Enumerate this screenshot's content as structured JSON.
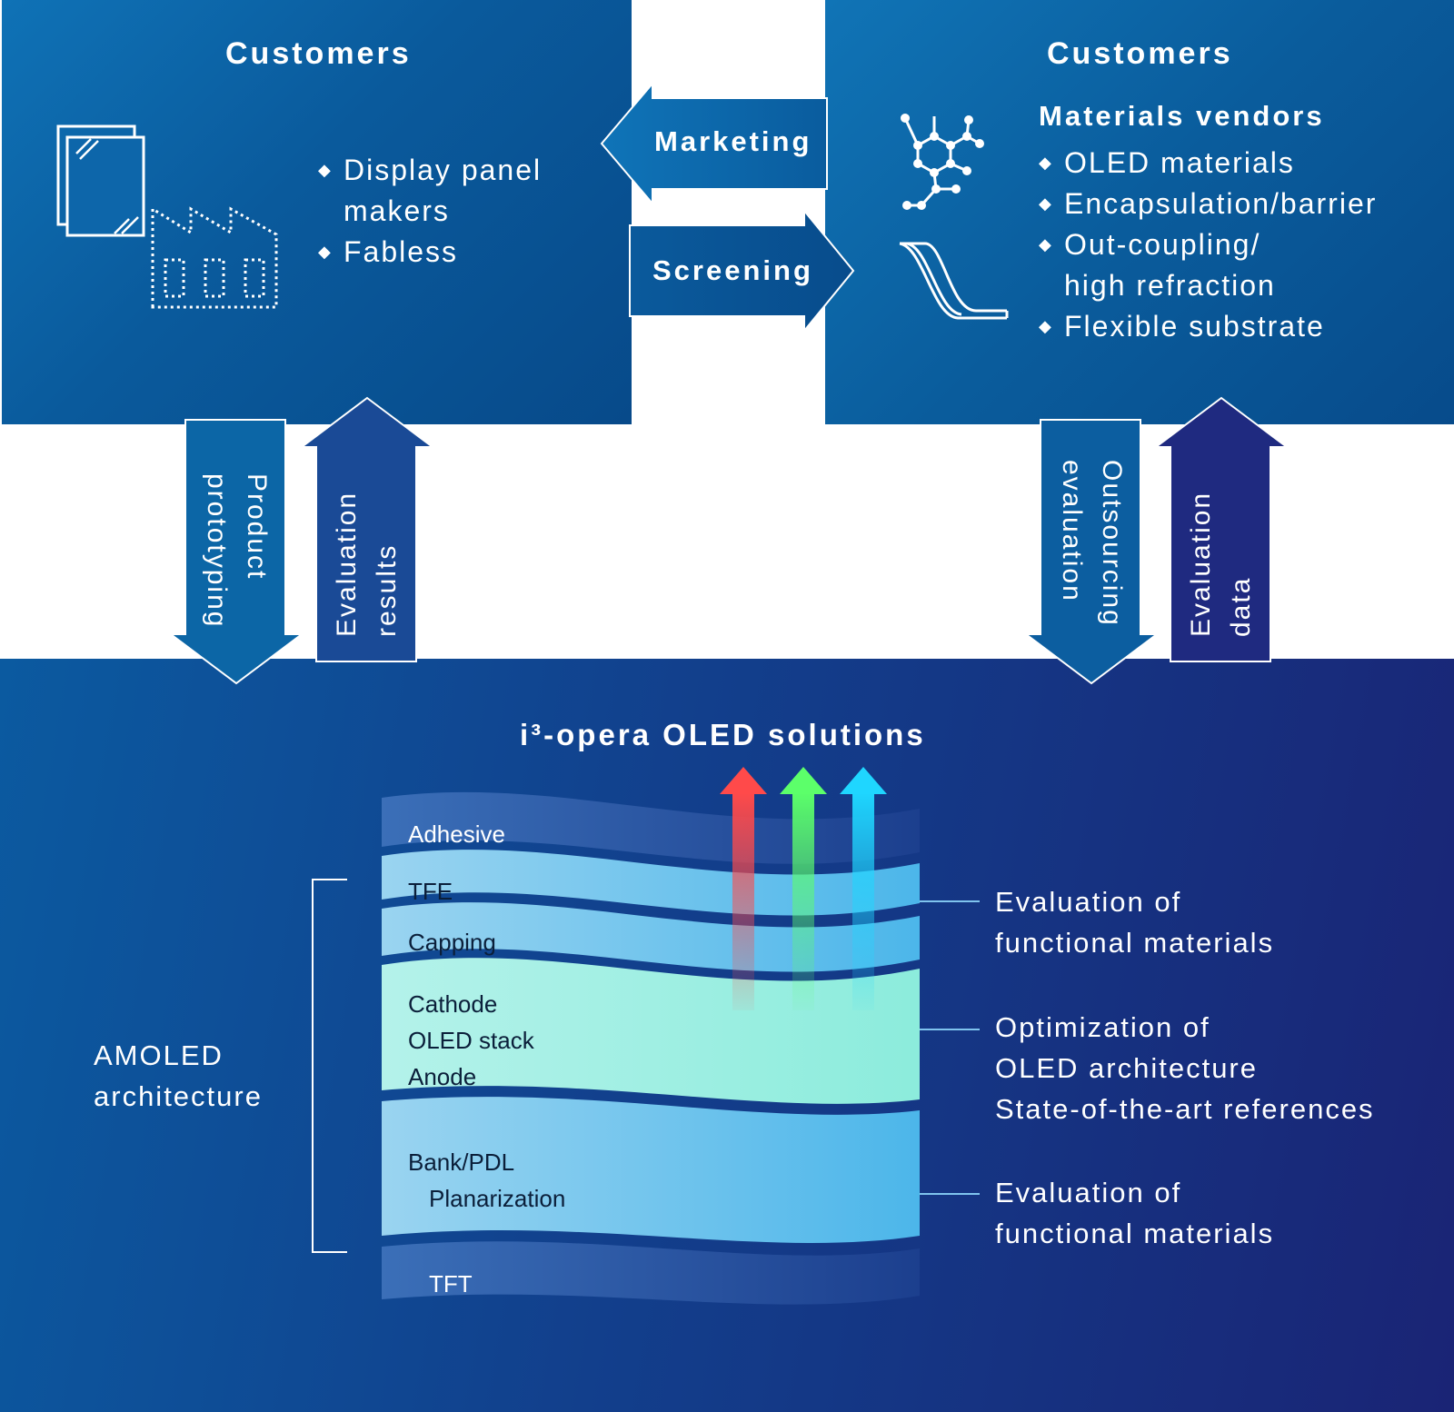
{
  "left_box": {
    "title": "Customers",
    "items": [
      {
        "lines": [
          "Display panel",
          "makers"
        ]
      },
      {
        "lines": [
          "Fabless"
        ]
      }
    ],
    "icons": [
      "display-panels-icon",
      "factory-icon"
    ]
  },
  "right_box": {
    "title": "Customers",
    "subtitle": "Materials vendors",
    "items": [
      {
        "lines": [
          "OLED materials"
        ]
      },
      {
        "lines": [
          "Encapsulation/barrier"
        ]
      },
      {
        "lines": [
          "Out-coupling/",
          "high refraction"
        ]
      },
      {
        "lines": [
          "Flexible substrate"
        ]
      }
    ],
    "icons": [
      "molecule-icon",
      "flexible-substrate-icon"
    ]
  },
  "horizontal_arrows": {
    "marketing": "Marketing",
    "screening": "Screening"
  },
  "vertical_arrows": {
    "product_prototyping": [
      "Product",
      "prototyping"
    ],
    "evaluation_results": [
      "Evaluation",
      "results"
    ],
    "outsourcing_evaluation": [
      "Outsourcing",
      "evaluation"
    ],
    "evaluation_data": [
      "Evaluation",
      "data"
    ]
  },
  "bottom_box": {
    "title": "i³-opera OLED solutions",
    "amoled_label": [
      "AMOLED",
      "architecture"
    ],
    "layers": {
      "adhesive": "Adhesive",
      "tfe": "TFE",
      "capping": "Capping",
      "cathode": "Cathode",
      "oled_stack": "OLED stack",
      "anode": "Anode",
      "bank_pdl": "Bank/PDL",
      "planarization": "Planarization",
      "tft": "TFT"
    },
    "annotations": {
      "top": [
        "Evaluation of",
        "functional materials"
      ],
      "middle": [
        "Optimization of",
        "OLED architecture",
        "State-of-the-art references"
      ],
      "bottom": [
        "Evaluation of",
        "functional materials"
      ]
    },
    "light_arrow_colors": [
      "#ff4a4a",
      "#5cff6a",
      "#1fd6ff"
    ]
  },
  "colors": {
    "top_panel": "#0a5a9c",
    "bottom_panel": "#123f8c",
    "arrow_light": "#0c6aa8",
    "arrow_dark": "#1f2a80"
  }
}
